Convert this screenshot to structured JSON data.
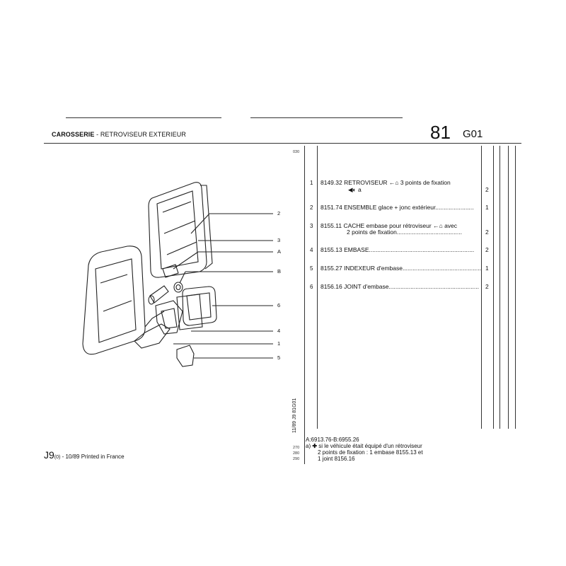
{
  "header": {
    "title_bold": "CAROSSERIE",
    "title_rest": " - RETROVISEUR EXTERIEUR",
    "section_number": "81",
    "section_code": "G01"
  },
  "margin_labels": {
    "top": "030",
    "bottom": [
      "270",
      "280",
      "290"
    ]
  },
  "vertical_code": "11/89   J9   81G01",
  "callouts": [
    "2",
    "3",
    "A",
    "B",
    "6",
    "4",
    "1",
    "5"
  ],
  "parts": [
    {
      "idx": "1",
      "line1": "8149.32 RETROVISEUR",
      "line1b": " 3 points de fixation",
      "line2": "a",
      "qty": "2"
    },
    {
      "idx": "2",
      "line1": "8151.74 ENSEMBLE glace + jonc extérieur.......................",
      "qty": "1"
    },
    {
      "idx": "3",
      "line1": "8155.11 CACHE embase pour rétroviseur",
      "line1b": " avec",
      "line2": "2 points de fixation.......................................",
      "qty": "2"
    },
    {
      "idx": "4",
      "line1": "8155.13 EMBASE...............................................................",
      "qty": "2"
    },
    {
      "idx": "5",
      "line1": "8155.27 INDEXEUR d'embase...............................................",
      "qty": "1"
    },
    {
      "idx": "6",
      "line1": "8156.16 JOINT d'embase......................................................",
      "qty": "2"
    }
  ],
  "notes": {
    "line1": "A:6913.76-B:6955.26",
    "line2_prefix": "a)",
    "line2": " si le véhicule était équipé d'un rétroviseur",
    "line3": "2 points de fixation : 1 embase 8155.13 et",
    "line4": "1 joint 8156.16"
  },
  "footer": {
    "code": "J9",
    "sub": "(0)",
    "printed": " - 10/89 Printed in France"
  }
}
